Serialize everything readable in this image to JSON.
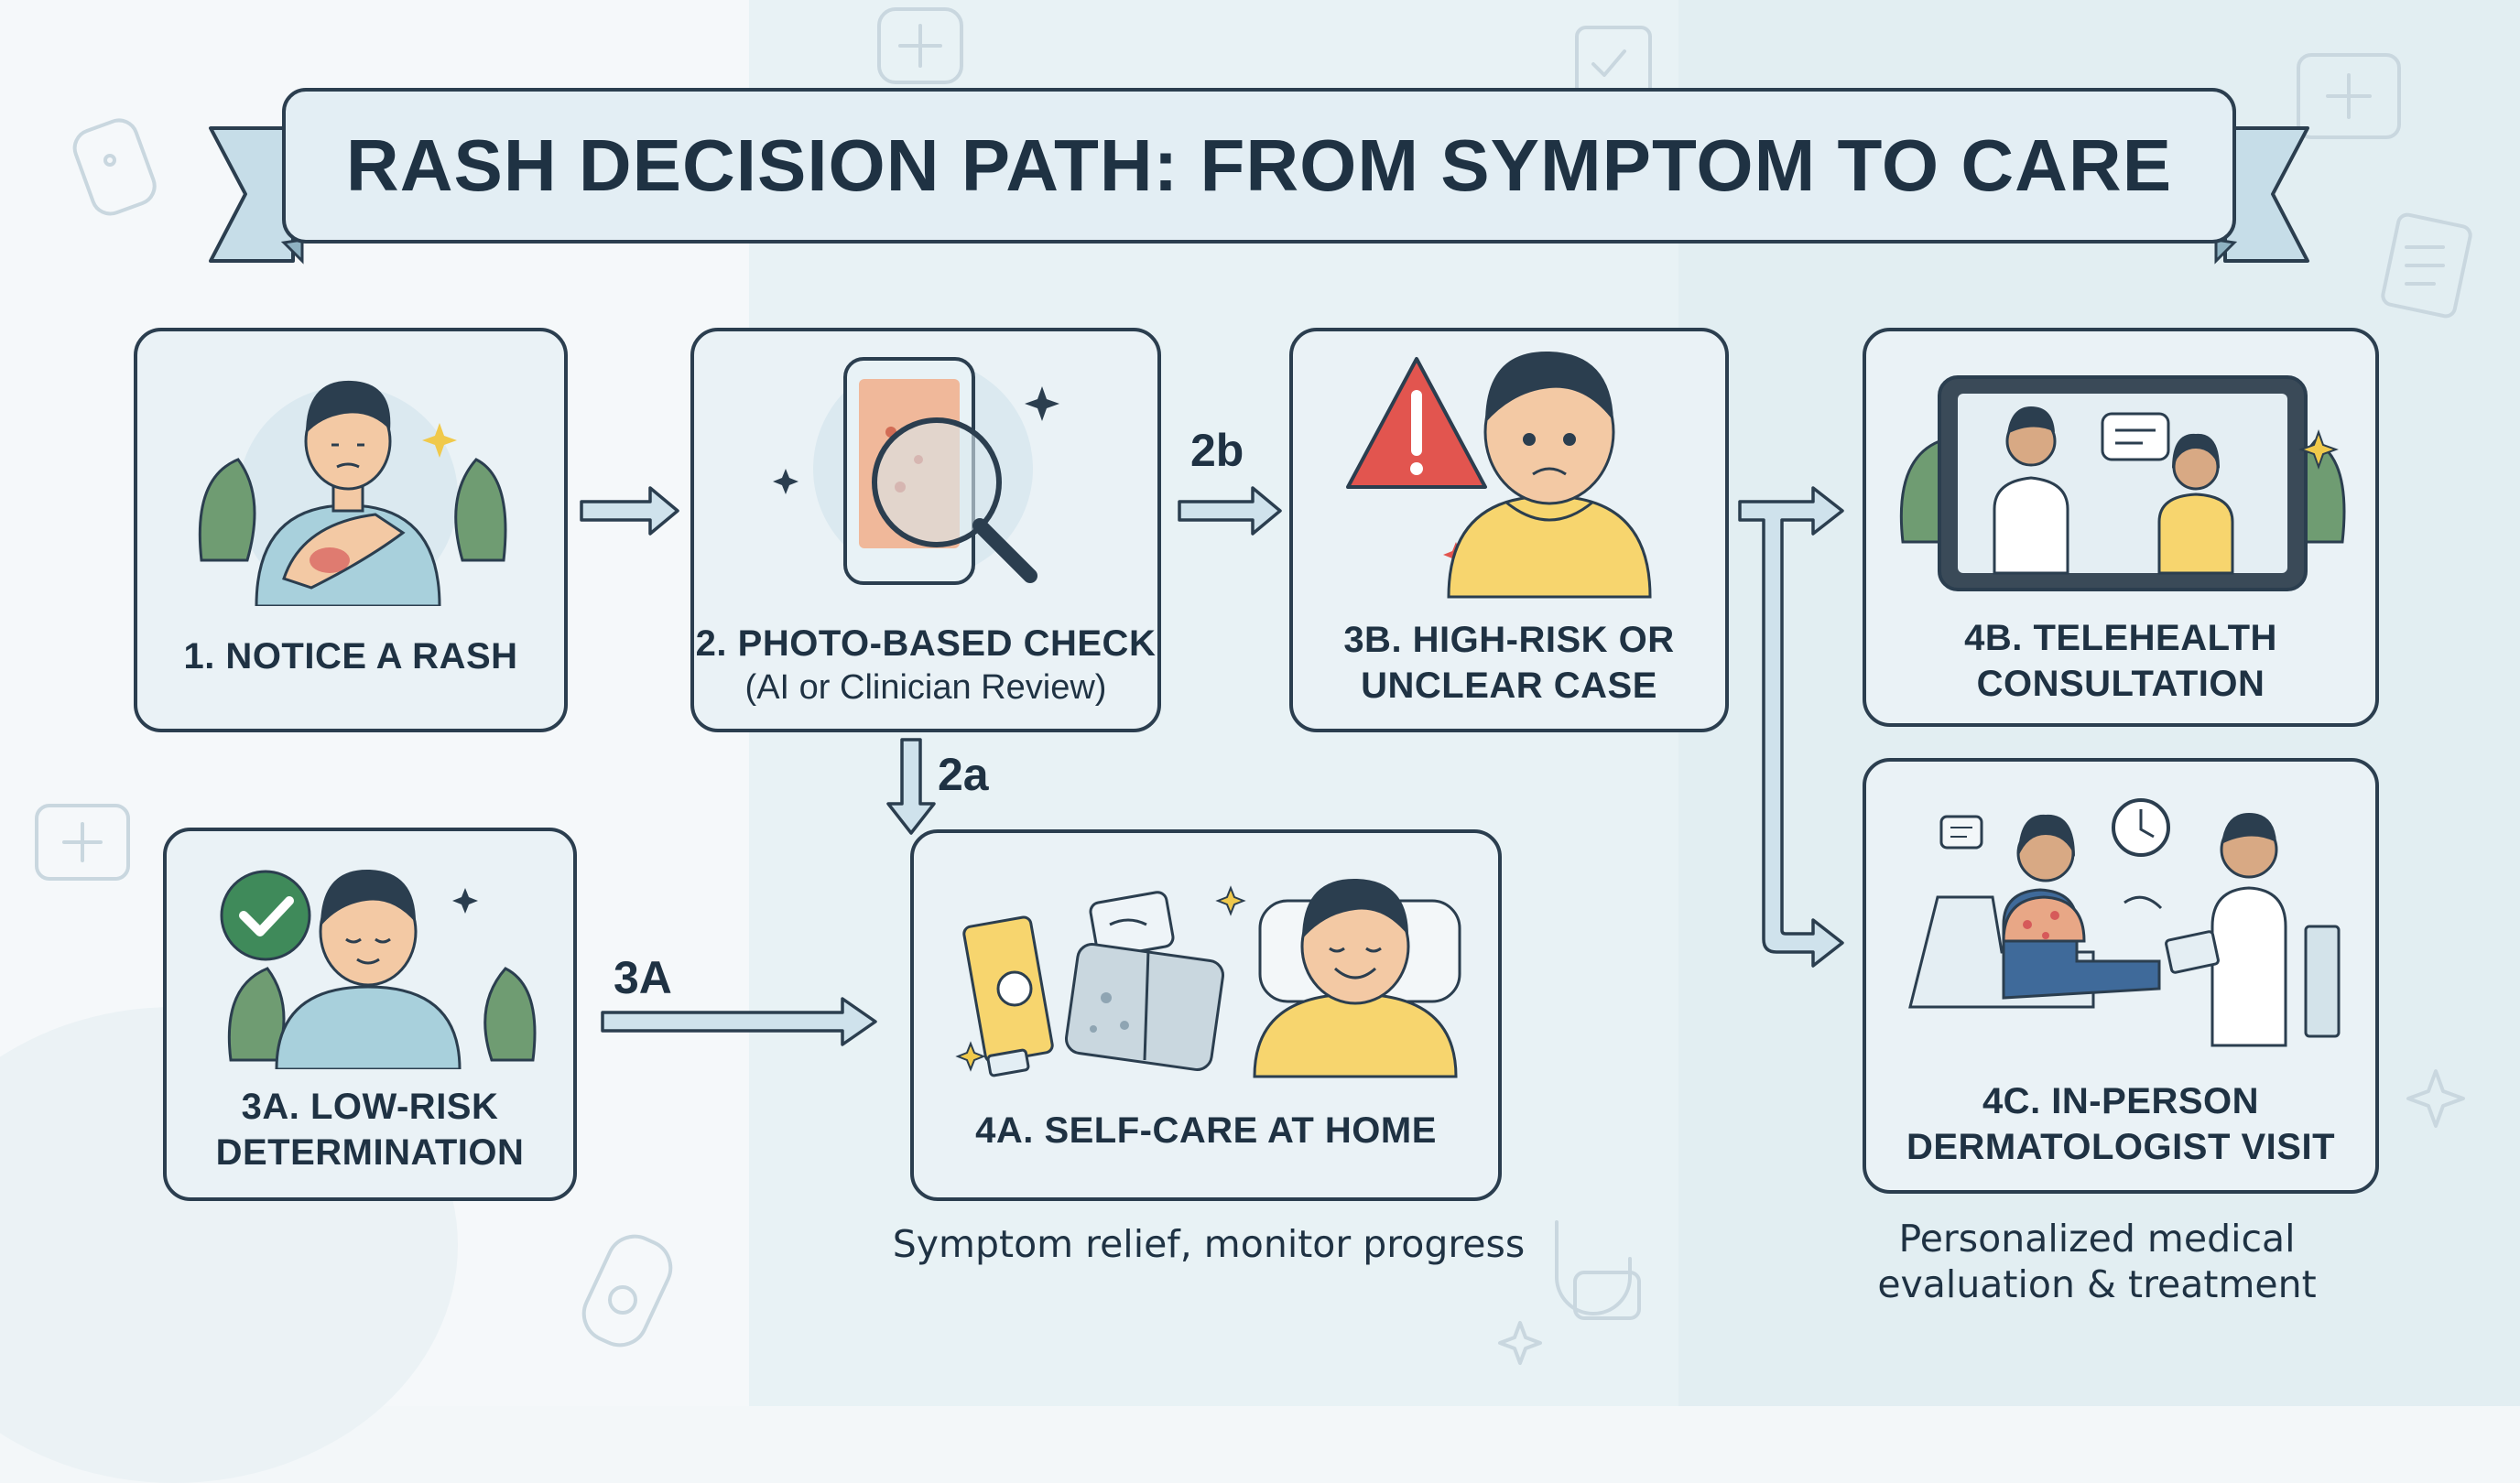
{
  "title": "RASH DECISION PATH: FROM SYMPTOM TO CARE",
  "steps": {
    "s1": {
      "label": "1. NOTICE A RASH"
    },
    "s2": {
      "label": "2. PHOTO-BASED CHECK",
      "sub": "(AI or Clinician Review)"
    },
    "s3b": {
      "label_line1": "3B. HIGH-RISK OR",
      "label_line2": "UNCLEAR CASE"
    },
    "s4b": {
      "label_line1": "4B. TELEHEALTH",
      "label_line2": "CONSULTATION"
    },
    "s3a": {
      "label_line1": "3A. LOW-RISK",
      "label_line2": "DETERMINATION"
    },
    "s4a": {
      "label": "4A. SELF-CARE AT HOME",
      "note": "Symptom relief, monitor progress"
    },
    "s4c": {
      "label_line1": "4C. IN-PERSON",
      "label_line2": "DERMATOLOGIST VISIT",
      "note_line1": "Personalized medical",
      "note_line2": "evaluation & treatment"
    }
  },
  "edges": {
    "e2b": "2b",
    "e2a": "2a",
    "e3a": "3A"
  },
  "colors": {
    "ink": "#2b3e4f",
    "card": "#eaf2f6",
    "banner": "#e3eef4",
    "ribbon": "#c6dde8",
    "arrow_fill": "#cfe2ec",
    "warning": "#e2554f",
    "check": "#3f8a5a",
    "shirt_blue": "#a8d0dc",
    "shirt_yellow": "#f7d56e",
    "skin": "#f3c9a4",
    "leaf": "#6f9c72"
  },
  "icons": [
    "rash-arm-icon",
    "phone-magnifier-icon",
    "warning-triangle-icon",
    "worried-face-icon",
    "tablet-video-call-icon",
    "check-circle-icon",
    "relaxed-face-icon",
    "cream-tube-icon",
    "sleeping-face-icon",
    "doctor-exam-icon",
    "clock-icon"
  ]
}
